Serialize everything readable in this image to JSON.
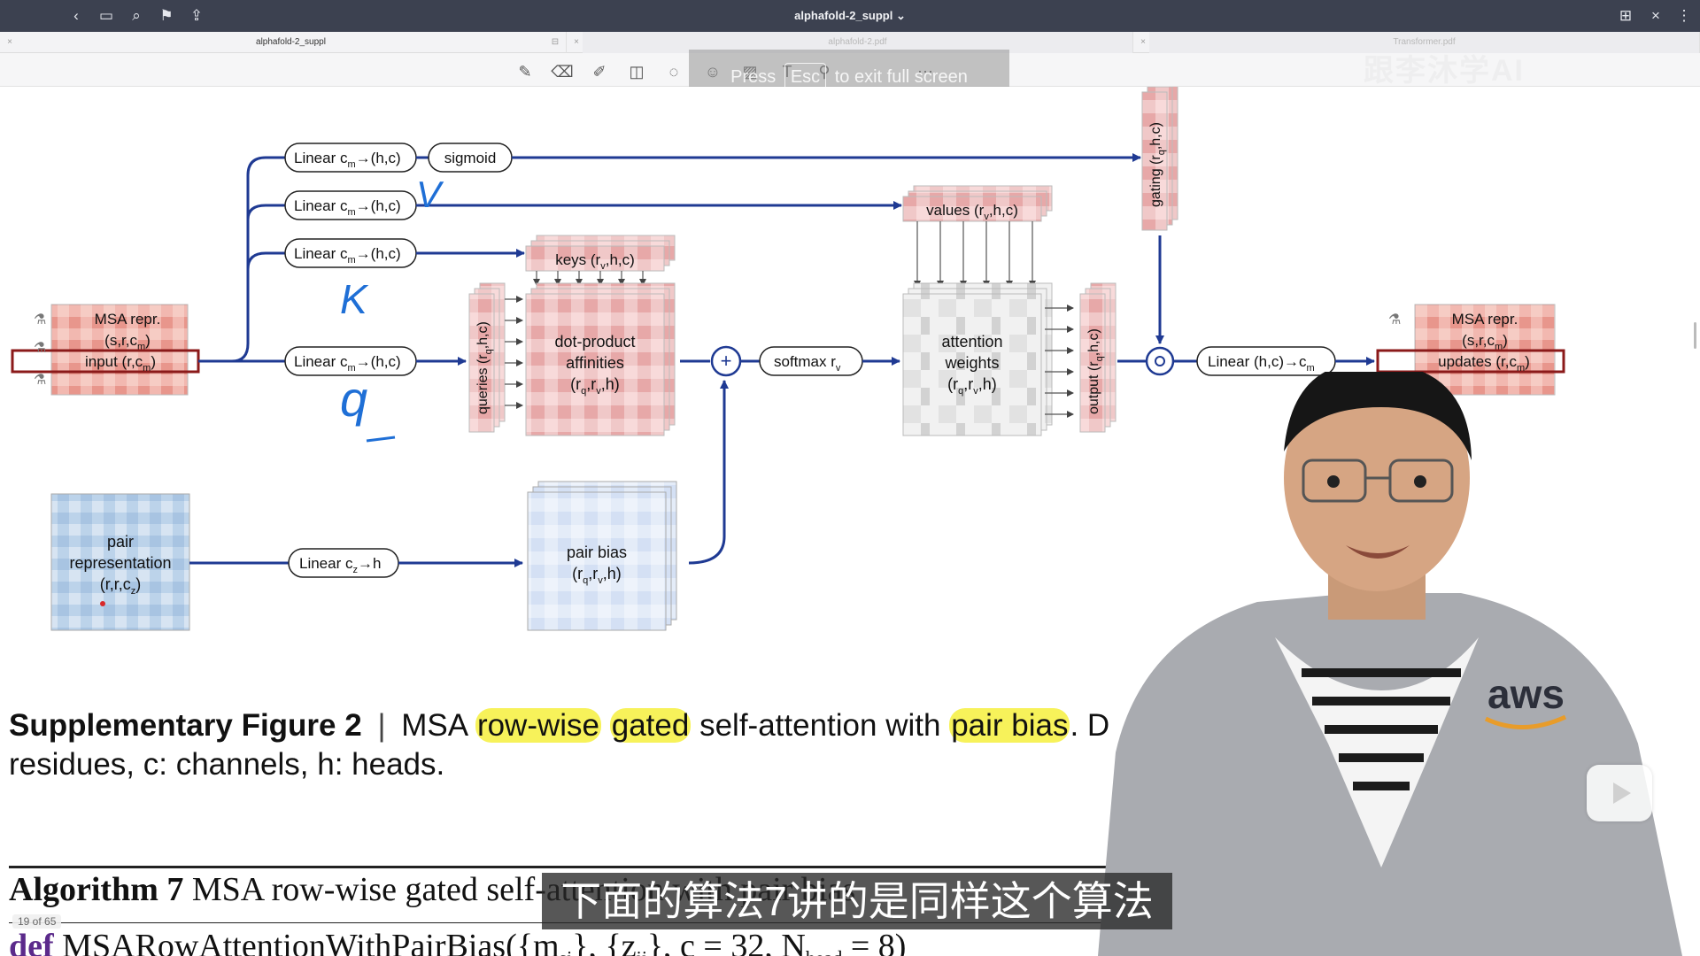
{
  "window": {
    "title": "alphafold-2_suppl ⌄"
  },
  "tabs": [
    {
      "label": "alphafold-2_suppl",
      "active": true
    },
    {
      "label": "alphafold-2.pdf",
      "active": false
    },
    {
      "label": "Transformer.pdf",
      "active": false
    }
  ],
  "overlay": {
    "press": "Press",
    "key": "Esc",
    "rest": "to exit full screen"
  },
  "watermark": "跟李沐学AI",
  "diagram": {
    "msa_in": [
      "MSA repr.",
      "(s,r,c",
      "m",
      ")",
      "input (r,c",
      "m",
      ")"
    ],
    "msa_out": [
      "MSA repr.",
      "(s,r,c",
      "m",
      ")",
      "updates (r,c",
      "m",
      ")"
    ],
    "linear_gate": "Linear c",
    "linear_v": "Linear c",
    "linear_k": "Linear c",
    "linear_q": "Linear c",
    "linear_suffix": "→(h,c)",
    "sigmoid": "sigmoid",
    "keys": "keys (r",
    "keys_suffix": ",h,c)",
    "values": "values (r",
    "values_suffix": ",h,c)",
    "queries": "queries (r",
    "queries_suffix": ",h,c)",
    "dot_product": [
      "dot-product",
      "affinities",
      "(r",
      ",r",
      ",h)"
    ],
    "softmax": "softmax r",
    "attention": [
      "attention",
      "weights",
      "(r",
      ",r",
      ",h)"
    ],
    "output": "output (r",
    "output_suffix": ",h,c)",
    "gating": "gating (r",
    "gating_suffix": ",h,c)",
    "linear_out": "Linear (h,c)→c",
    "pair_repr": [
      "pair",
      "representation",
      "(r,r,c",
      ")"
    ],
    "linear_pair": "Linear c",
    "linear_pair_suffix": "→h",
    "pair_bias": [
      "pair bias",
      "(r",
      ",r",
      ",h)"
    ],
    "sub_m": "m",
    "sub_v": "v",
    "sub_q": "q",
    "sub_z": "z",
    "annot_v": "V",
    "annot_k": "K",
    "annot_q": "q"
  },
  "caption": {
    "fig_label": "Supplementary Figure 2",
    "sep": "|",
    "text1": "MSA",
    "hl1": "row-wise",
    "hl2": "gated",
    "text2": "self-attention with",
    "hl3": "pair bias",
    "text3": ". D",
    "line2": "residues, c: channels, h: heads."
  },
  "algorithm": {
    "label": "Algorithm 7",
    "title": "MSA row-wise gated self-attention with pair bias",
    "def_kw": "def",
    "signature": "MSARowAttentionWithPairBias({m",
    "signature_rest": "}, {z",
    "signature_end": "}, c = 32, N",
    "nhead": "head",
    "eq": " = 8)"
  },
  "page_indicator": "19 of 65",
  "subtitle": "下面的算法7讲的是同样这个算法",
  "shirt_logo": "aws"
}
